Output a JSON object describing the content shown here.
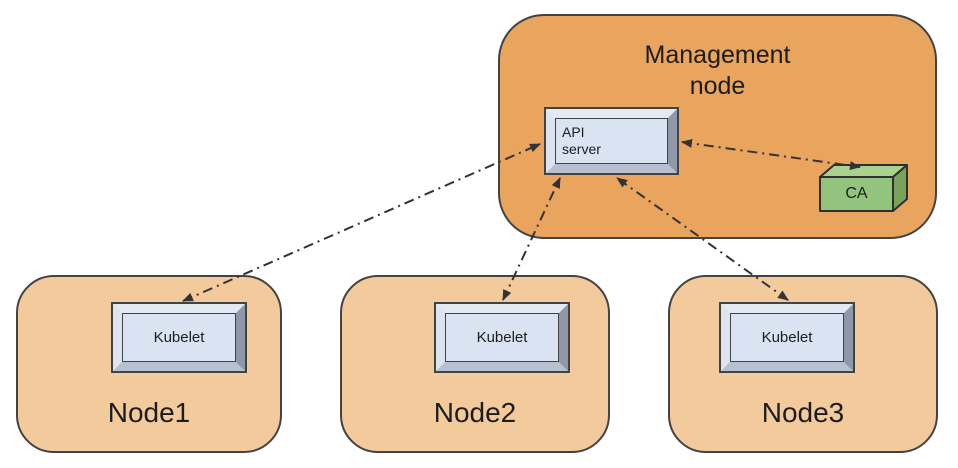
{
  "diagram": {
    "management_node": {
      "label": "Management\nnode",
      "components": {
        "api_server": "API\nserver",
        "ca": "CA"
      }
    },
    "worker_nodes": [
      {
        "label": "Node1",
        "component": "Kubelet"
      },
      {
        "label": "Node2",
        "component": "Kubelet"
      },
      {
        "label": "Node3",
        "component": "Kubelet"
      }
    ],
    "connections": [
      {
        "from": "Kubelet (Node1)",
        "to": "API server",
        "style": "dash-dot",
        "bidirectional": true
      },
      {
        "from": "Kubelet (Node2)",
        "to": "API server",
        "style": "dash-dot",
        "bidirectional": true
      },
      {
        "from": "Kubelet (Node3)",
        "to": "API server",
        "style": "dash-dot",
        "bidirectional": true
      },
      {
        "from": "API server",
        "to": "CA",
        "style": "dash-dot",
        "bidirectional": true
      }
    ],
    "colors": {
      "management_fill": "#E9A45E",
      "node_fill": "#F3CA9B",
      "box_border": "#434343",
      "chip_face": "#D9E3F2",
      "ca_front": "#93C47D",
      "ca_top": "#A9D28E",
      "ca_side": "#76A35C",
      "connector": "#333333",
      "text": "#1C1C1C"
    }
  }
}
